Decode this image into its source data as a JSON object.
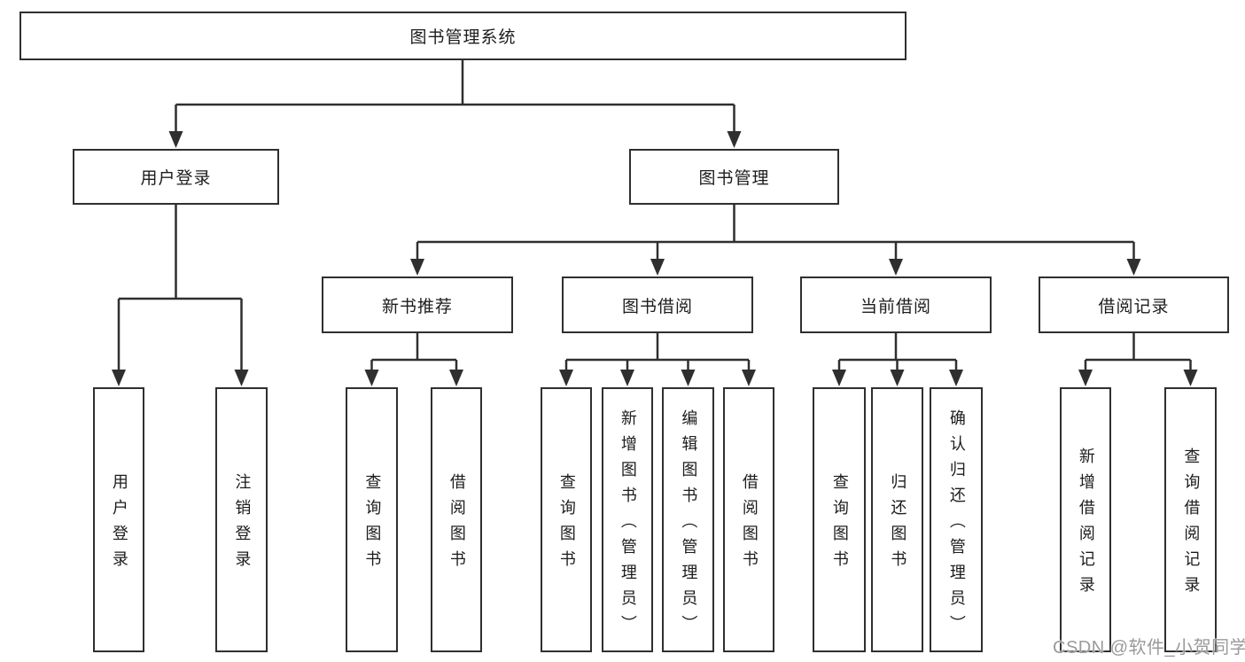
{
  "diagram": {
    "root": {
      "label": "图书管理系统"
    },
    "level1": [
      {
        "label": "用户登录"
      },
      {
        "label": "图书管理"
      }
    ],
    "level2": [
      {
        "label": "新书推荐"
      },
      {
        "label": "图书借阅"
      },
      {
        "label": "当前借阅"
      },
      {
        "label": "借阅记录"
      }
    ],
    "leaves": {
      "user_login": [
        "用户登录",
        "注销登录"
      ],
      "new_book": [
        "查询图书",
        "借阅图书"
      ],
      "book_borrow": [
        "查询图书",
        "新增图书（管理员）",
        "编辑图书（管理员）",
        "借阅图书"
      ],
      "current_borrow": [
        "查询图书",
        "归还图书",
        "确认归还（管理员）"
      ],
      "borrow_record": [
        "新增借阅记录",
        "查询借阅记录"
      ]
    }
  },
  "watermark": {
    "text": "CSDN @软件_小贺同学"
  },
  "colors": {
    "line": "#2f2f2f",
    "box_border": "#2f2f2f",
    "text": "#1c1c1c",
    "background": "#ffffff",
    "watermark": "#9a9a9a"
  }
}
